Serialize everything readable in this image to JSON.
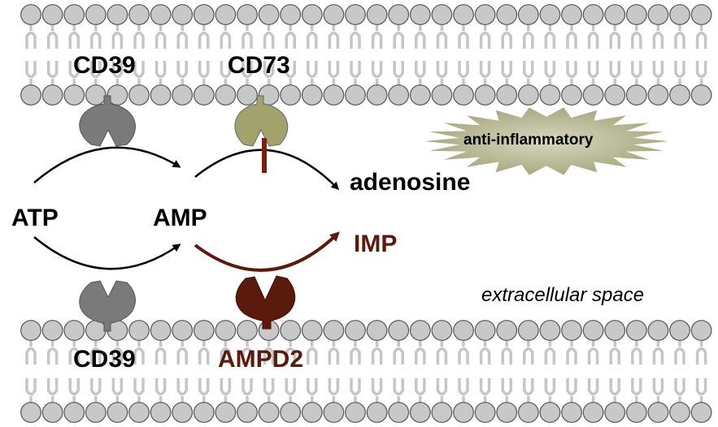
{
  "labels": {
    "cd39_top": "CD39",
    "cd73": "CD73",
    "cd39_bottom": "CD39",
    "ampd2": "AMPD2",
    "atp": "ATP",
    "amp": "AMP",
    "adenosine": "adenosine",
    "imp": "IMP",
    "anti_inflammatory": "anti-inflammatory",
    "extracellular_space": "extracellular space"
  },
  "colors": {
    "cd39": "#7a7a7a",
    "cd73": "#a2a36c",
    "ampd2": "#5a1a0c",
    "lipid": "#c8c8c8",
    "star": "#b6b792"
  }
}
